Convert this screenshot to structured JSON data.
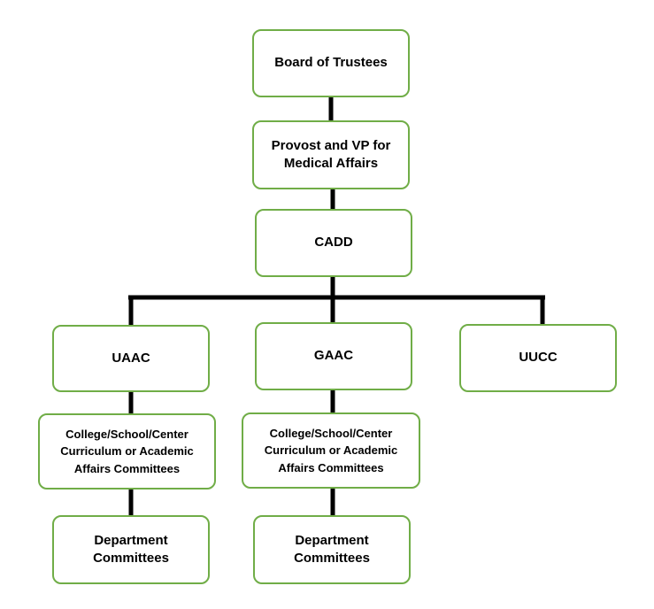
{
  "diagram": {
    "nodes": {
      "board": "Board of Trustees",
      "provost": "Provost and VP for\nMedical Affairs",
      "cadd": "CADD",
      "uaac": "UAAC",
      "gaac": "GAAC",
      "uucc": "UUCC",
      "college_uaac": "College/School/Center\nCurriculum or Academic\nAffairs Committees",
      "college_gaac": "College/School/Center\nCurriculum or Academic\nAffairs Committees",
      "dept_uaac": "Department\nCommittees",
      "dept_gaac": "Department\nCommittees"
    },
    "edges": [
      [
        "board",
        "provost"
      ],
      [
        "provost",
        "cadd"
      ],
      [
        "cadd",
        "uaac"
      ],
      [
        "cadd",
        "gaac"
      ],
      [
        "cadd",
        "uucc"
      ],
      [
        "uaac",
        "college_uaac"
      ],
      [
        "college_uaac",
        "dept_uaac"
      ],
      [
        "gaac",
        "college_gaac"
      ],
      [
        "college_gaac",
        "dept_gaac"
      ]
    ],
    "colors": {
      "node_border": "#70ad47",
      "connector": "#000000"
    }
  }
}
